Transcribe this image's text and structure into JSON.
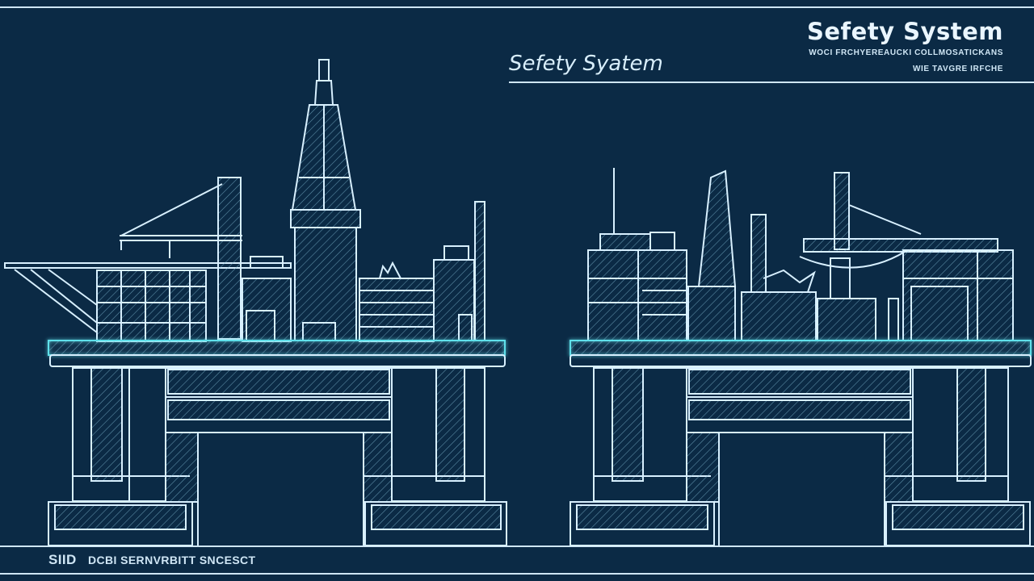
{
  "header": {
    "title": "Sefety System",
    "subtitle_line1": "WOCI FRCHYEREAUCKI COLLMOSATICKANS",
    "subtitle_line2": "WIE TAVGRE IRFCHE"
  },
  "section": {
    "title": "Sefety Syatem"
  },
  "footer": {
    "code": "SIID",
    "text": "DCBI SERNVRBITT SNCESCT"
  },
  "colors": {
    "background": "#0b2a45",
    "line": "#d8f0ff",
    "glow": "#3fd0e0",
    "hatch": "#7fb8d0"
  },
  "diagram": {
    "type": "blueprint",
    "subjects": [
      "offshore-platform-left",
      "offshore-platform-right"
    ]
  }
}
